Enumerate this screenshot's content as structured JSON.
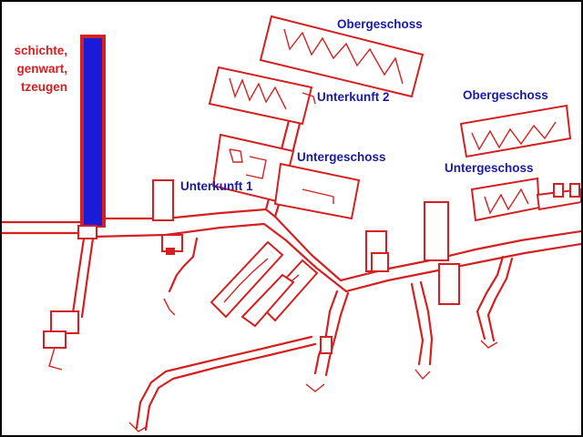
{
  "legend": {
    "lines": [
      "schichte,",
      "genwart,",
      "tzeugen"
    ]
  },
  "labels": {
    "obergeschoss_1": "Obergeschoss",
    "unterkunft_2": "Unterkunft 2",
    "untergeschoss_1": "Untergeschoss",
    "unterkunft_1": "Unterkunft 1",
    "obergeschoss_2": "Obergeschoss",
    "untergeschoss_2": "Untergeschoss"
  },
  "colors": {
    "walls": "#d42020",
    "labels": "#1a1aa8",
    "tower": "#1a1ad8"
  }
}
